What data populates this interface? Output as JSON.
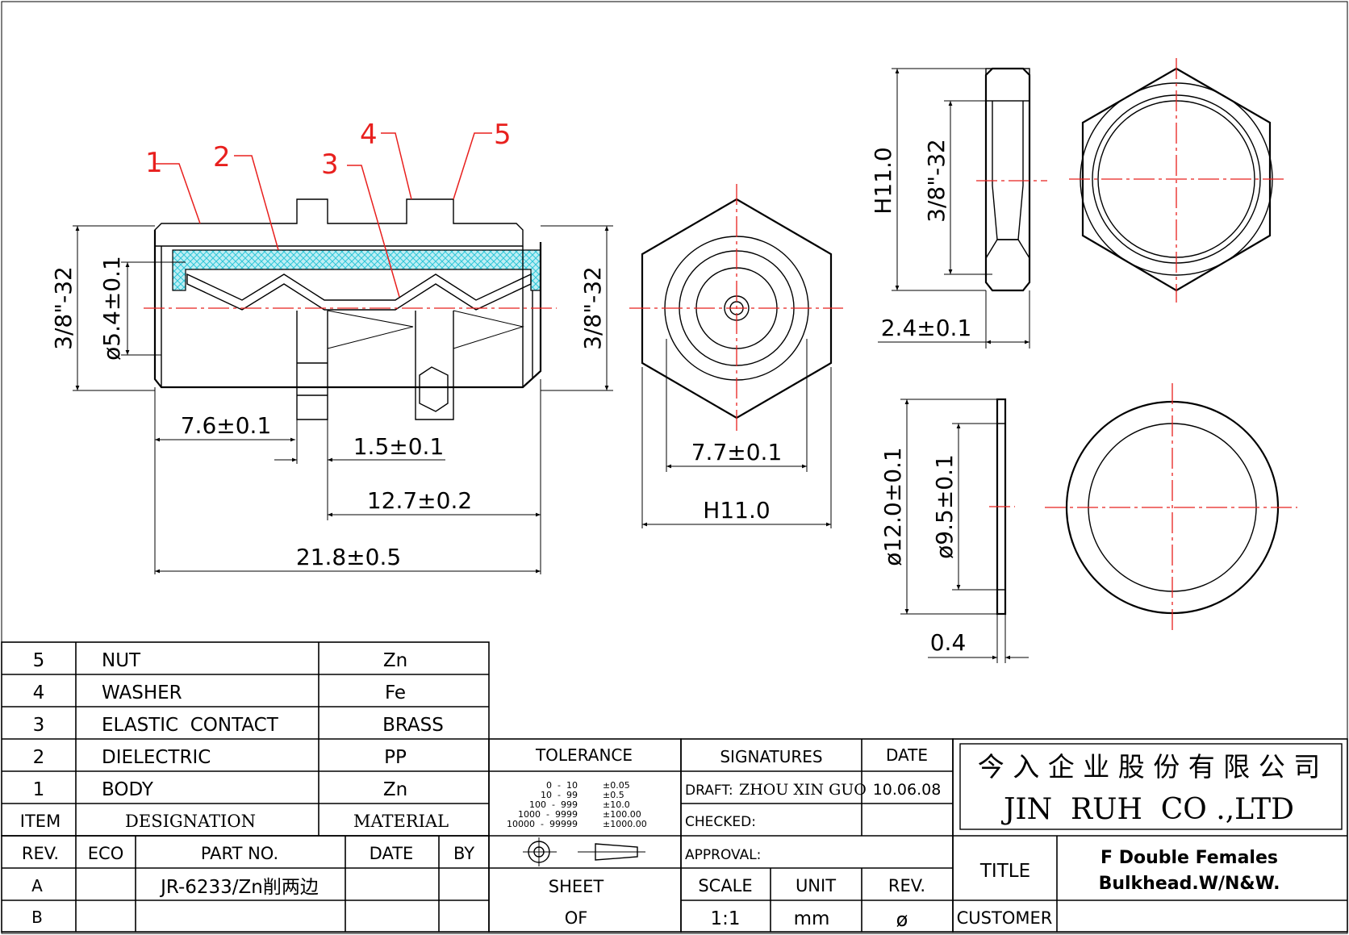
{
  "parts": [
    {
      "no": "5",
      "name": "NUT",
      "material": "Zn"
    },
    {
      "no": "4",
      "name": "WASHER",
      "material": "Fe"
    },
    {
      "no": "3",
      "name": "ELASTIC  CONTACT",
      "material": "BRASS"
    },
    {
      "no": "2",
      "name": "DIELECTRIC",
      "material": "PP"
    },
    {
      "no": "1",
      "name": "BODY",
      "material": "Zn"
    }
  ],
  "parts_header": {
    "item": "ITEM",
    "designation": "DESIGNATION",
    "material": "MATERIAL"
  },
  "revision": {
    "headers": {
      "rev": "REV.",
      "eco": "ECO",
      "part_no": "PART NO.",
      "date": "DATE",
      "by": "BY"
    },
    "rows": [
      {
        "rev": "A",
        "part_no": "JR-6233/Zn削两边"
      },
      {
        "rev": "B",
        "part_no": ""
      }
    ]
  },
  "tolerance": {
    "title": "TOLERANCE",
    "ranges": [
      "0  -  10",
      "10  -  99",
      "100  -  999",
      "1000  -  9999",
      "10000  -  99999"
    ],
    "values": [
      "±0.05",
      "±0.5",
      "±10.0",
      "±100.00",
      "±1000.00"
    ]
  },
  "signatures": {
    "title": "SIGNATURES",
    "date_title": "DATE",
    "draft_label": "DRAFT:",
    "draft_name": "ZHOU XIN GUO",
    "draft_date": "10.06.08",
    "checked_label": "CHECKED:",
    "approval_label": "APPROVAL:"
  },
  "company": {
    "chinese": "今 入 企 业 股 份 有 限 公 司",
    "english": "JIN  RUH  CO .,LTD"
  },
  "title_block": {
    "title_label": "TITLE",
    "title_line1": "F Double Females",
    "title_line2": "Bulkhead.W/N&W.",
    "customer_label": "CUSTOMER",
    "sheet_label": "SHEET",
    "of_label": "OF",
    "scale_label": "SCALE",
    "scale_value": "1:1",
    "unit_label": "UNIT",
    "unit_value": "mm",
    "rev_label": "REV.",
    "rev_value": "ø"
  },
  "callouts": [
    "1",
    "2",
    "3",
    "4",
    "5"
  ],
  "dimensions": {
    "thread_left": "3/8\"-32",
    "bore": "ø5.4±0.1",
    "thread_right": "3/8\"-32",
    "d_7_6": "7.6±0.1",
    "d_1_5": "1.5±0.1",
    "d_12_7": "12.7±0.2",
    "d_21_8": "21.8±0.5",
    "hex_inner": "7.7±0.1",
    "hex_width": "H11.0",
    "nut_height": "H11.0",
    "nut_thread": "3/8\"-32",
    "nut_thickness": "2.4±0.1",
    "washer_od": "ø12.0±0.1",
    "washer_id": "ø9.5±0.1",
    "washer_thickness": "0.4"
  },
  "colors": {
    "centerline": "#e8201e",
    "dielectric": "#2ec6d8",
    "line": "#000000"
  }
}
